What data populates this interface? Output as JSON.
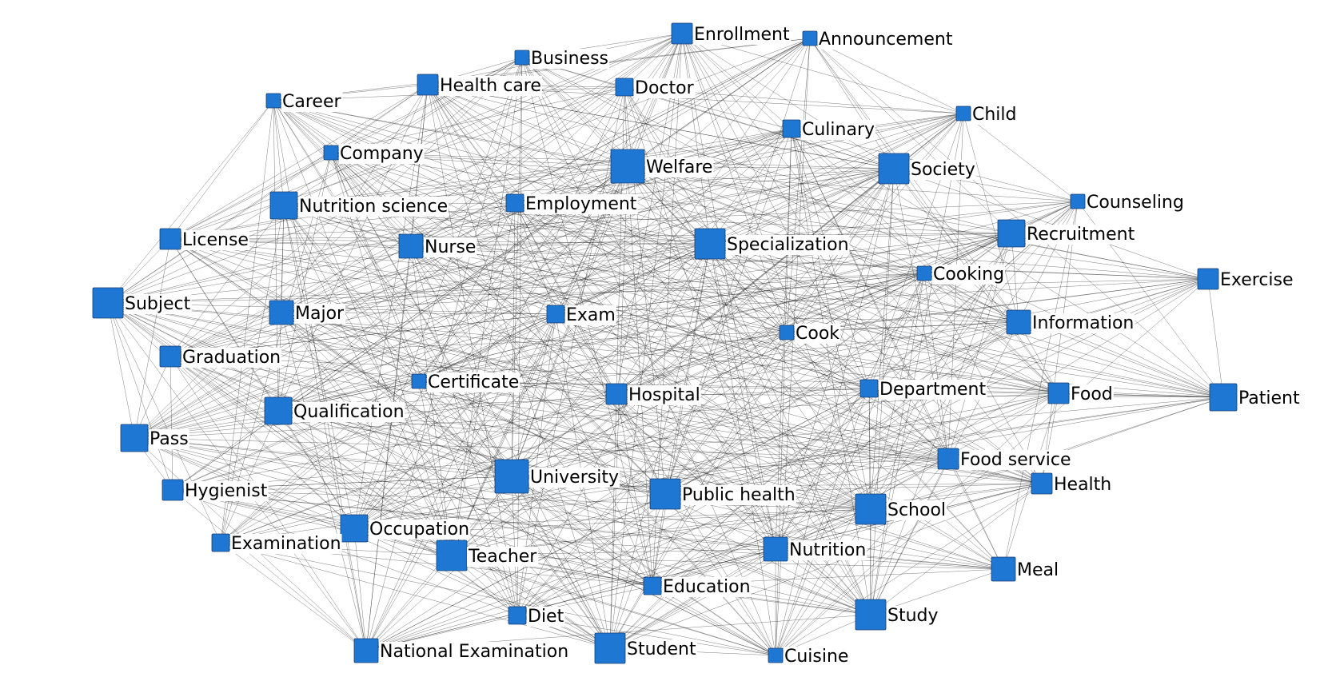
{
  "colors": {
    "node_fill": "#1f77d4",
    "edge": "#111111",
    "background": "#ffffff"
  },
  "nodes": [
    {
      "id": "enrollment",
      "label": "Enrollment",
      "weight": 2
    },
    {
      "id": "announcement",
      "label": "Announcement",
      "weight": 1
    },
    {
      "id": "business",
      "label": "Business",
      "weight": 1
    },
    {
      "id": "health_care",
      "label": "Health care",
      "weight": 2
    },
    {
      "id": "doctor",
      "label": "Doctor",
      "weight": 1.5
    },
    {
      "id": "career",
      "label": "Career",
      "weight": 1
    },
    {
      "id": "child",
      "label": "Child",
      "weight": 1
    },
    {
      "id": "culinary",
      "label": "Culinary",
      "weight": 1.5
    },
    {
      "id": "company",
      "label": "Company",
      "weight": 1
    },
    {
      "id": "welfare",
      "label": "Welfare",
      "weight": 4
    },
    {
      "id": "society",
      "label": "Society",
      "weight": 3.5
    },
    {
      "id": "nutrition_science",
      "label": "Nutrition science",
      "weight": 3
    },
    {
      "id": "employment",
      "label": "Employment",
      "weight": 1.5
    },
    {
      "id": "counseling",
      "label": "Counseling",
      "weight": 1
    },
    {
      "id": "license",
      "label": "License",
      "weight": 2
    },
    {
      "id": "nurse",
      "label": "Nurse",
      "weight": 2.5
    },
    {
      "id": "specialization",
      "label": "Specialization",
      "weight": 3.5
    },
    {
      "id": "recruitment",
      "label": "Recruitment",
      "weight": 3
    },
    {
      "id": "cooking",
      "label": "Cooking",
      "weight": 1
    },
    {
      "id": "exercise",
      "label": "Exercise",
      "weight": 2
    },
    {
      "id": "subject",
      "label": "Subject",
      "weight": 3.5
    },
    {
      "id": "major",
      "label": "Major",
      "weight": 2.5
    },
    {
      "id": "exam",
      "label": "Exam",
      "weight": 1.5
    },
    {
      "id": "information",
      "label": "Information",
      "weight": 2.5
    },
    {
      "id": "cook",
      "label": "Cook",
      "weight": 1
    },
    {
      "id": "graduation",
      "label": "Graduation",
      "weight": 2
    },
    {
      "id": "certificate",
      "label": "Certificate",
      "weight": 1
    },
    {
      "id": "hospital",
      "label": "Hospital",
      "weight": 2
    },
    {
      "id": "department",
      "label": "Department",
      "weight": 1.5
    },
    {
      "id": "food",
      "label": "Food",
      "weight": 2
    },
    {
      "id": "patient",
      "label": "Patient",
      "weight": 3
    },
    {
      "id": "qualification",
      "label": "Qualification",
      "weight": 3
    },
    {
      "id": "pass",
      "label": "Pass",
      "weight": 3
    },
    {
      "id": "food_service",
      "label": "Food service",
      "weight": 2
    },
    {
      "id": "university",
      "label": "University",
      "weight": 4
    },
    {
      "id": "health",
      "label": "Health",
      "weight": 2
    },
    {
      "id": "hygienist",
      "label": "Hygienist",
      "weight": 2
    },
    {
      "id": "public_health",
      "label": "Public health",
      "weight": 3.5
    },
    {
      "id": "school",
      "label": "School",
      "weight": 3.5
    },
    {
      "id": "occupation",
      "label": "Occupation",
      "weight": 3
    },
    {
      "id": "examination",
      "label": "Examination",
      "weight": 1.5
    },
    {
      "id": "teacher",
      "label": "Teacher",
      "weight": 3.5
    },
    {
      "id": "nutrition",
      "label": "Nutrition",
      "weight": 2.5
    },
    {
      "id": "meal",
      "label": "Meal",
      "weight": 2.5
    },
    {
      "id": "education",
      "label": "Education",
      "weight": 1.5
    },
    {
      "id": "diet",
      "label": "Diet",
      "weight": 1.5
    },
    {
      "id": "study",
      "label": "Study",
      "weight": 3.5
    },
    {
      "id": "national_examination",
      "label": "National Examination",
      "weight": 2.5
    },
    {
      "id": "student",
      "label": "Student",
      "weight": 3.5
    },
    {
      "id": "cuisine",
      "label": "Cuisine",
      "weight": 1
    }
  ]
}
